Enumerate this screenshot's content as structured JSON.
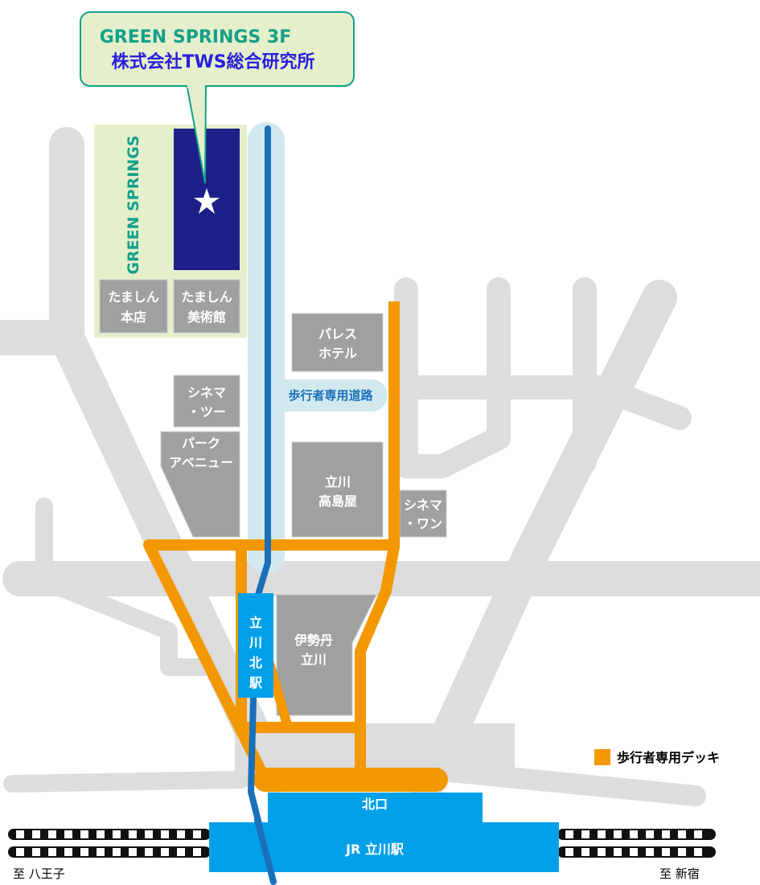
{
  "callout": {
    "line1": "GREEN SPRINGS 3F",
    "line2": "株式会社TWS総合研究所"
  },
  "area_label": "GREEN SPRINGS",
  "buildings": {
    "tamashin_honten": [
      "たましん",
      "本店"
    ],
    "tamashin_museum": [
      "たましん",
      "美術館"
    ],
    "palace_hotel": [
      "パレス",
      "ホテル"
    ],
    "cinema_two": [
      "シネマ",
      "・ツー"
    ],
    "park_avenue": [
      "パーク",
      "アベニュー"
    ],
    "takashimaya": [
      "立川",
      "高島屋"
    ],
    "cinema_one": [
      "シネマ",
      "・ワン"
    ],
    "isetan": [
      "伊勢丹",
      "立川"
    ]
  },
  "pedestrian_road": "歩行者専用道路",
  "monorail_station": [
    "立",
    "川",
    "北",
    "駅"
  ],
  "station": {
    "name": "JR 立川駅",
    "exit": "北口"
  },
  "directions": {
    "left": "至 八王子",
    "right": "至 新宿"
  },
  "legend": {
    "deck": "歩行者専用デッキ"
  },
  "colors": {
    "deck": "#f39800",
    "monorail": "#1a6fba",
    "station": "#00a0e9",
    "target": "#1d2088"
  }
}
